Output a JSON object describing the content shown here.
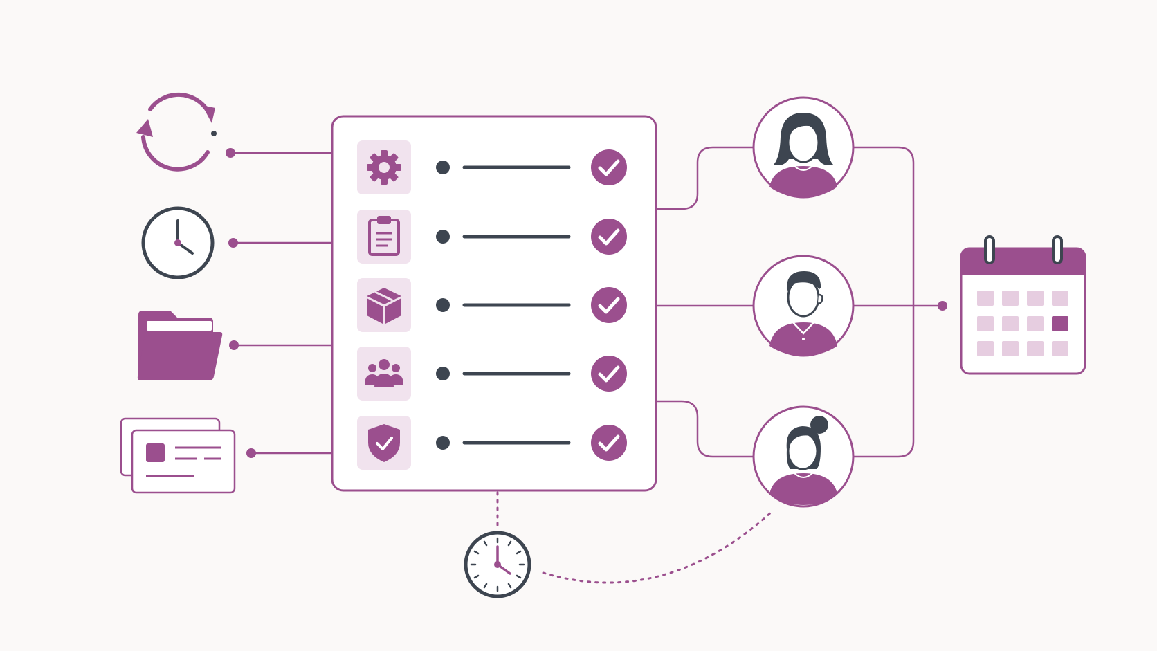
{
  "colors": {
    "accent": "#9b4f8e",
    "accent_light": "#f1e3ee",
    "accent_mid": "#e6cde0",
    "dark": "#3d4550",
    "background": "#fbf9f8",
    "white": "#ffffff"
  },
  "diagram": {
    "inputs": [
      {
        "icon": "sync-icon"
      },
      {
        "icon": "clock-icon"
      },
      {
        "icon": "folder-icon"
      },
      {
        "icon": "id-cards-icon"
      }
    ],
    "checklist": [
      {
        "icon": "gear-icon",
        "status": "checked"
      },
      {
        "icon": "clipboard-icon",
        "status": "checked"
      },
      {
        "icon": "package-icon",
        "status": "checked"
      },
      {
        "icon": "team-icon",
        "status": "checked"
      },
      {
        "icon": "shield-check-icon",
        "status": "checked"
      }
    ],
    "people": [
      {
        "icon": "person-woman-icon"
      },
      {
        "icon": "person-man-icon"
      },
      {
        "icon": "person-woman-bun-icon"
      }
    ],
    "output": {
      "icon": "calendar-icon",
      "highlighted_day": 8
    },
    "timer": {
      "icon": "stopwatch-icon"
    }
  }
}
